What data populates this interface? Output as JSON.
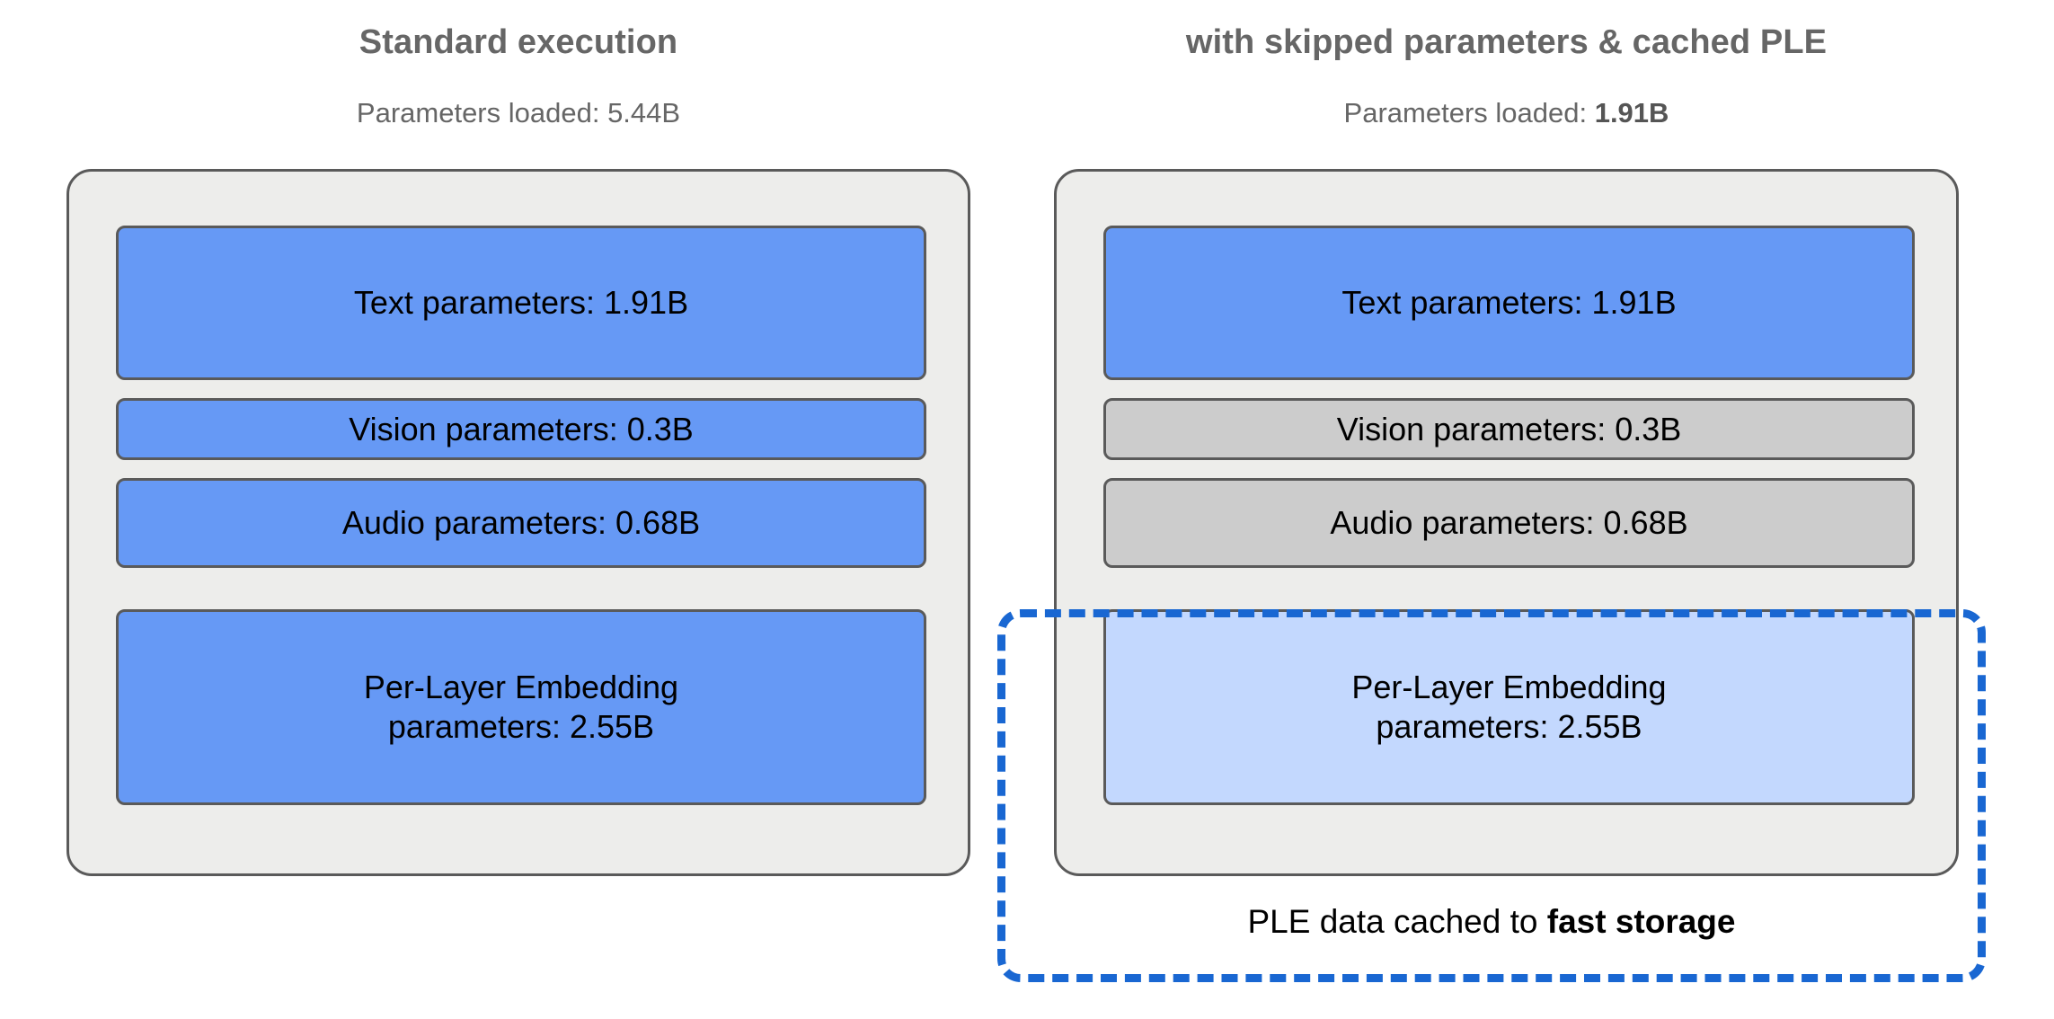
{
  "figure": {
    "background_color": "#ffffff",
    "title_color": "#666666",
    "accent_blue": "#6699f5",
    "accent_light_blue": "#c3d8fe",
    "accent_grey": "#cccccc",
    "dashed_border_color": "#1967d2",
    "card_background": "#ededeb",
    "card_border": "#5a5a5a"
  },
  "columns": [
    {
      "id": "standard",
      "title": "Standard execution",
      "subtitle_prefix": "Parameters loaded: ",
      "subtitle_value": "5.44B",
      "subtitle_value_bold": false,
      "blocks": [
        {
          "id": "text",
          "label": "Text parameters: 1.91B",
          "label_line1": "Text parameters: 1.91B",
          "label_line2": "",
          "state": "loaded",
          "fill": "#6699f5"
        },
        {
          "id": "vision",
          "label": "Vision parameters: 0.3B",
          "label_line1": "Vision parameters: 0.3B",
          "label_line2": "",
          "state": "loaded",
          "fill": "#6699f5"
        },
        {
          "id": "audio",
          "label": "Audio parameters: 0.68B",
          "label_line1": "Audio parameters: 0.68B",
          "label_line2": "",
          "state": "loaded",
          "fill": "#6699f5"
        },
        {
          "id": "ple",
          "label": "Per-Layer Embedding parameters: 2.55B",
          "label_line1": "Per-Layer Embedding",
          "label_line2": "parameters: 2.55B",
          "state": "loaded",
          "fill": "#6699f5"
        }
      ]
    },
    {
      "id": "optimized",
      "title": "with skipped parameters & cached PLE",
      "subtitle_prefix": "Parameters loaded: ",
      "subtitle_value": "1.91B",
      "subtitle_value_bold": true,
      "blocks": [
        {
          "id": "text",
          "label": "Text parameters: 1.91B",
          "label_line1": "Text parameters: 1.91B",
          "label_line2": "",
          "state": "loaded",
          "fill": "#6699f5"
        },
        {
          "id": "vision",
          "label": "Vision parameters: 0.3B",
          "label_line1": "Vision parameters: 0.3B",
          "label_line2": "",
          "state": "skipped",
          "fill": "#cccccc"
        },
        {
          "id": "audio",
          "label": "Audio parameters: 0.68B",
          "label_line1": "Audio parameters: 0.68B",
          "label_line2": "",
          "state": "skipped",
          "fill": "#cccccc"
        },
        {
          "id": "ple",
          "label": "Per-Layer Embedding parameters: 2.55B",
          "label_line1": "Per-Layer Embedding",
          "label_line2": "parameters: 2.55B",
          "state": "cached",
          "fill": "#c3d8fe"
        }
      ]
    }
  ],
  "cache_annotation": {
    "caption_prefix": "PLE data cached to ",
    "caption_emphasis": "fast storage",
    "border_style": "dashed",
    "border_color": "#1967d2"
  }
}
